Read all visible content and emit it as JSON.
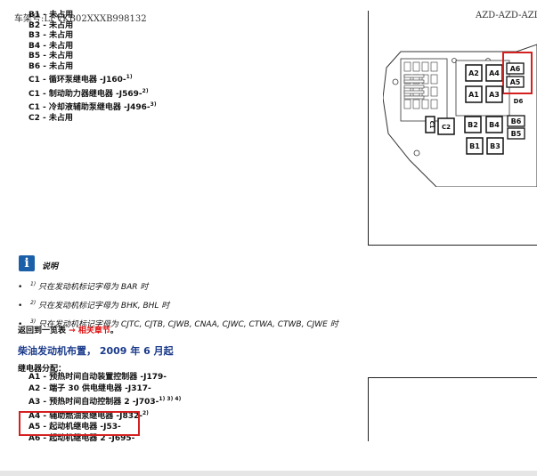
{
  "header": {
    "left": "车架号:LFVKB02XXXB998132",
    "right": "AZD-AZD-AZDMU"
  },
  "relays": [
    {
      "code": "B1",
      "text": "未占用",
      "sup": ""
    },
    {
      "code": "B2",
      "text": "未占用",
      "sup": ""
    },
    {
      "code": "B3",
      "text": "未占用",
      "sup": ""
    },
    {
      "code": "B4",
      "text": "未占用",
      "sup": ""
    },
    {
      "code": "B5",
      "text": "未占用",
      "sup": ""
    },
    {
      "code": "B6",
      "text": "未占用",
      "sup": ""
    },
    {
      "code": "C1",
      "text": "循环泵继电器 -J160-",
      "sup": "1)"
    },
    {
      "code": "C1",
      "text": "制动助力器继电器 -J569-",
      "sup": "2)"
    },
    {
      "code": "C1",
      "text": "冷却液辅助泵继电器 -J496-",
      "sup": "3)"
    },
    {
      "code": "C2",
      "text": "未占用",
      "sup": ""
    }
  ],
  "diagram": {
    "labels": [
      "A2",
      "A4",
      "A6",
      "A5",
      "A1",
      "A3",
      "D6",
      "B2",
      "B4",
      "B6",
      "B5",
      "B1",
      "B3",
      "C2",
      "C1"
    ],
    "highlight_color": "#d42020"
  },
  "note": {
    "title": "说明",
    "items": [
      {
        "sup": "1)",
        "text": "只在发动机标记字母为 BAR 时"
      },
      {
        "sup": "2)",
        "text": "只在发动机标记字母为 BHK, BHL 时"
      },
      {
        "sup": "3)",
        "text": "只在发动机标记字母为 CJTC, CJTB, CJWB, CNAA, CJWC, CTWA, CTWB, CJWE 时"
      }
    ]
  },
  "back": {
    "prefix": "返回到一览表",
    "arrow": "→",
    "link": "相关章节",
    "suffix": "。"
  },
  "section": {
    "title": "柴油发动机布置， 2009 年 6 月起",
    "assign_label": "继电器分配：",
    "items": [
      {
        "code": "A1",
        "text": "预热时间自动装置控制器 -J179-",
        "sup": ""
      },
      {
        "code": "A2",
        "text": "端子 30 供电继电器 -J317-",
        "sup": ""
      },
      {
        "code": "A3",
        "text": "预热时间自动控制器 2 -J703-",
        "sup": "1) 3) 4)"
      },
      {
        "code": "A4",
        "text": "辅助燃油泵继电器 -J832-",
        "sup": "2)"
      },
      {
        "code": "A5",
        "text": "起动机继电器 -J53-",
        "sup": ""
      },
      {
        "code": "A6",
        "text": "起动机继电器 2 -J695-",
        "sup": ""
      }
    ]
  },
  "colors": {
    "title_blue": "#1a3a8a",
    "link_red": "#d11",
    "highlight": "#d42020",
    "icon_blue": "#1a5fa8"
  }
}
